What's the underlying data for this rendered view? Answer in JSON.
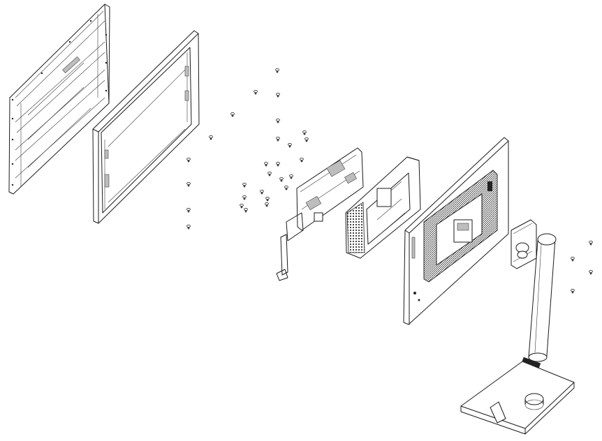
{
  "diagram": {
    "type": "exploded-view",
    "colors": {
      "line": "#1a1a1a",
      "background": "#ffffff",
      "hatch": "#444444"
    },
    "components": [
      {
        "name": "back-panel-shield"
      },
      {
        "name": "middle-frame"
      },
      {
        "name": "mounting-screws"
      },
      {
        "name": "main-board"
      },
      {
        "name": "power-board-bracket"
      },
      {
        "name": "rear-cover"
      },
      {
        "name": "stand-neck"
      },
      {
        "name": "stand-base"
      },
      {
        "name": "stand-screws"
      }
    ]
  }
}
